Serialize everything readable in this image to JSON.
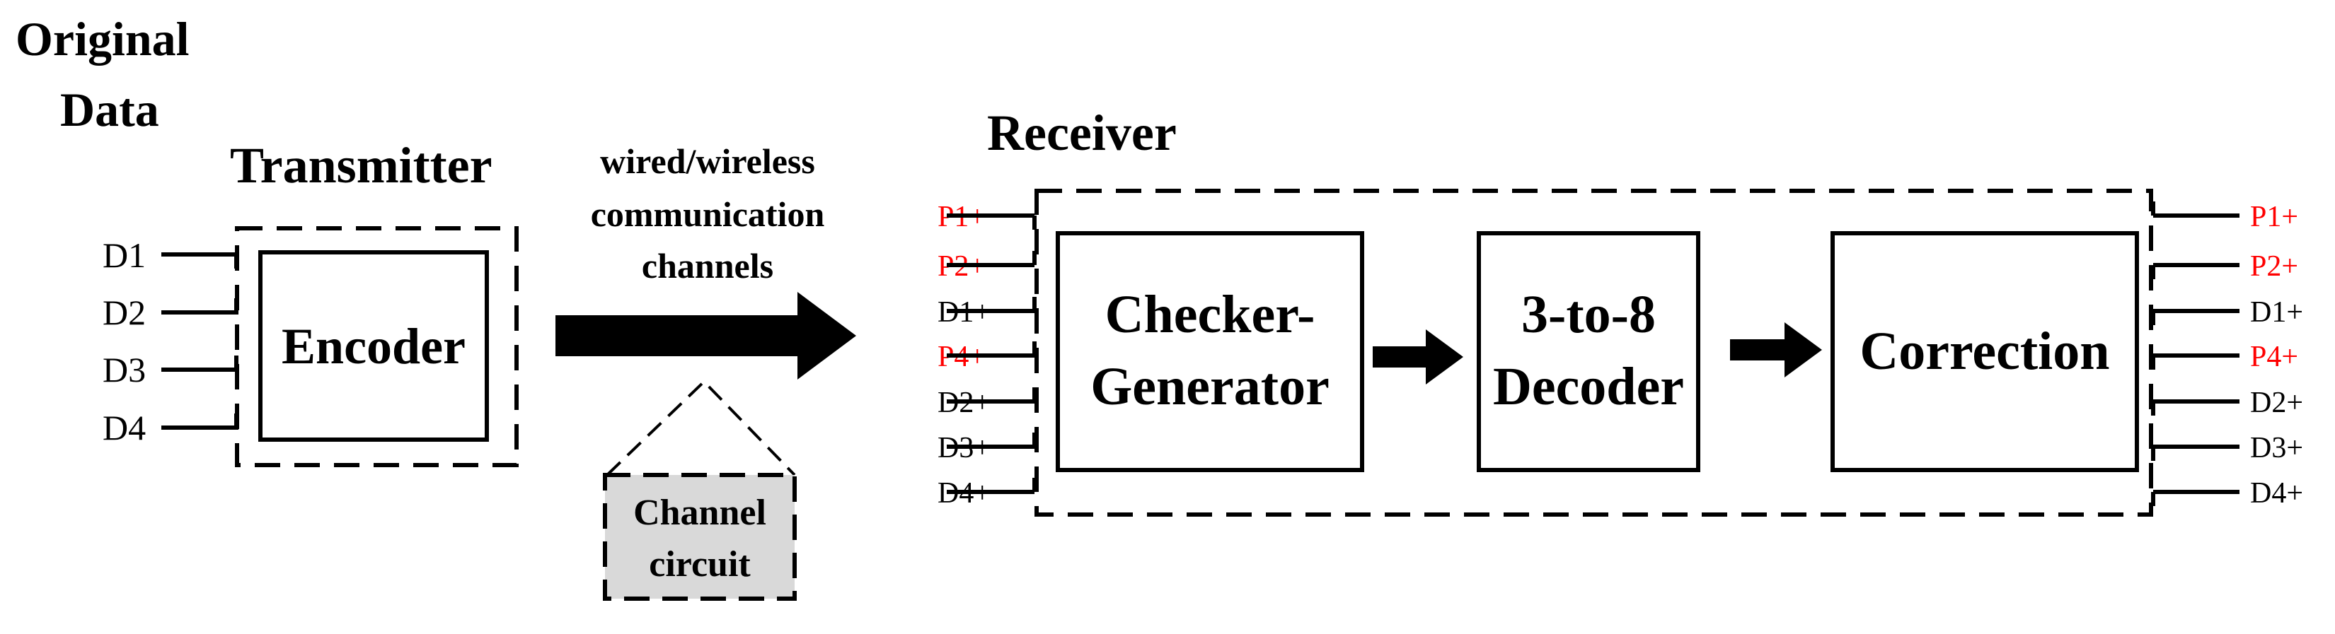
{
  "diagram": {
    "original_data_label": [
      "Original",
      "Data"
    ],
    "transmitter": {
      "title": "Transmitter",
      "block": "Encoder",
      "inputs": [
        "D1",
        "D2",
        "D3",
        "D4"
      ]
    },
    "channel": {
      "label": [
        "wired/wireless",
        "communication",
        "channels"
      ],
      "circuit": [
        "Channel",
        "circuit"
      ]
    },
    "receiver": {
      "title": "Receiver",
      "blocks": {
        "checker": [
          "Checker-",
          "Generator"
        ],
        "decoder": [
          "3-to-8",
          "Decoder"
        ],
        "correction": "Correction"
      },
      "inputs": [
        {
          "label": "P1+",
          "color": "#ff0000"
        },
        {
          "label": "P2+",
          "color": "#ff0000"
        },
        {
          "label": "D1+",
          "color": "#000000"
        },
        {
          "label": "P4+",
          "color": "#ff0000"
        },
        {
          "label": "D2+",
          "color": "#000000"
        },
        {
          "label": "D3+",
          "color": "#000000"
        },
        {
          "label": "D4+",
          "color": "#000000"
        }
      ],
      "outputs": [
        {
          "label": "P1+",
          "color": "#ff0000"
        },
        {
          "label": "P2+",
          "color": "#ff0000"
        },
        {
          "label": "D1+",
          "color": "#000000"
        },
        {
          "label": "P4+",
          "color": "#ff0000"
        },
        {
          "label": "D2+",
          "color": "#000000"
        },
        {
          "label": "D3+",
          "color": "#000000"
        },
        {
          "label": "D4+",
          "color": "#000000"
        }
      ]
    },
    "colors": {
      "stroke": "#000000",
      "parity": "#ff0000",
      "circuit_fill": "#d9d9d9"
    }
  }
}
